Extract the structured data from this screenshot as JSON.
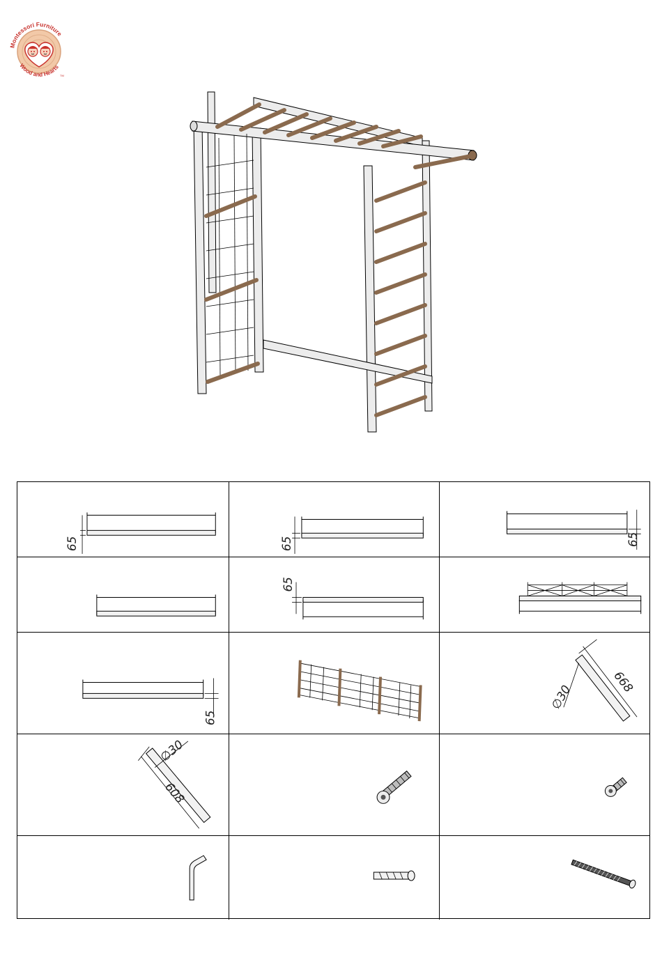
{
  "logo": {
    "brand_line": "Montessori Furniture",
    "sub_line": "Wood and Hearts",
    "tm": "TM",
    "color": "#c8322d",
    "ring_color": "#f2c9a8"
  },
  "assembly_image": {
    "icon": "climbing-frame-illustration"
  },
  "parts": {
    "p1": {
      "dim": "65"
    },
    "p2": {
      "dim": "65"
    },
    "p3": {
      "dim": "65"
    },
    "p5": {
      "dim": "65"
    },
    "p7": {
      "dim": "65"
    },
    "p9": {
      "dim_diameter": "∅30",
      "dim_length": "668"
    },
    "p10": {
      "dim_diameter": "∅30",
      "dim_length": "608"
    },
    "p11": {
      "icon": "long-bolt-icon"
    },
    "p12": {
      "icon": "short-bolt-icon"
    },
    "p13": {
      "icon": "allen-key-icon"
    },
    "p14": {
      "icon": "wall-anchor-icon"
    },
    "p15": {
      "icon": "wood-screw-icon"
    }
  },
  "colors": {
    "wood_dark": "#8a6a4e",
    "frame": "#e6e6e6"
  }
}
